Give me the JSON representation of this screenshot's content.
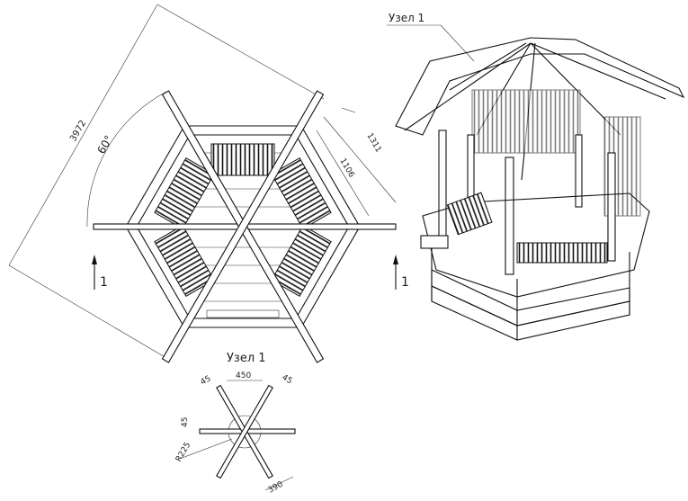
{
  "plan": {
    "dim_overall": "3972",
    "angle": "60°",
    "dim_side_outer": "1311",
    "dim_side_inner": "1106",
    "section_mark_left": "1",
    "section_mark_right": "1"
  },
  "perspective": {
    "callout": "Узел 1"
  },
  "node_detail": {
    "title": "Узел 1",
    "dim_width": "450",
    "dim_beam_left": "45",
    "dim_beam_right": "45",
    "dim_beam_horizontal": "45",
    "radius": "R225",
    "dim_diagonal": "390"
  }
}
